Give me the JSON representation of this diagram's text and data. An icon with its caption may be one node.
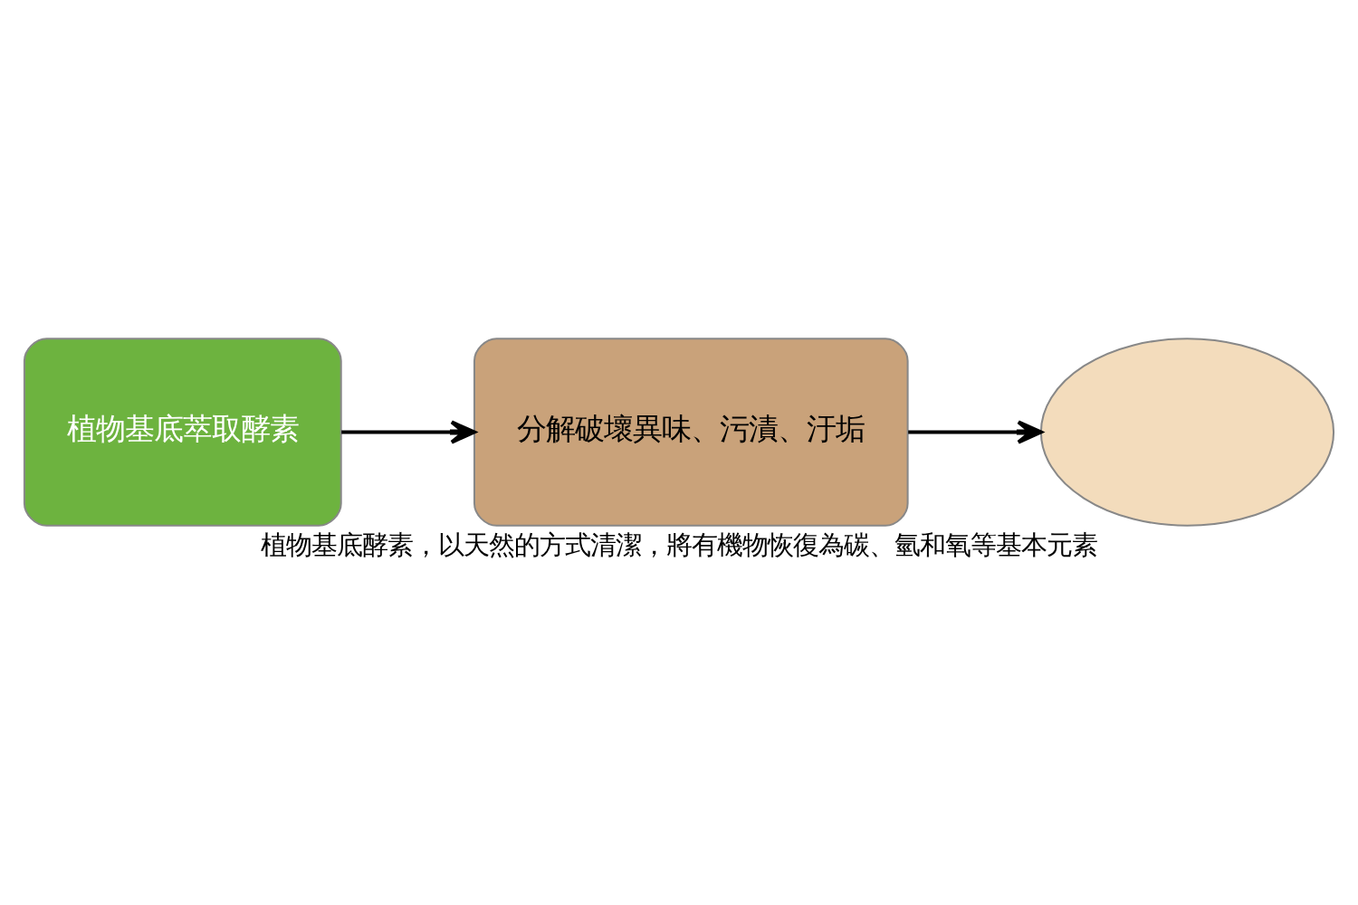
{
  "diagram": {
    "caption": "植物基底酵素，以天然的方式清潔，將有機物恢復為碳、氫和氧等基本元素",
    "nodes": [
      {
        "text": [
          "植物基底萃取酵素"
        ]
      },
      {
        "text": [
          "分解破壞異味、污漬、汙垢"
        ]
      },
      {
        "text": [],
        "shape": "cloud"
      }
    ],
    "edges": [
      {
        "from": 0,
        "to": 1,
        "arrow": "to"
      },
      {
        "from": 1,
        "to": 2,
        "arrow": "to"
      }
    ]
  }
}
